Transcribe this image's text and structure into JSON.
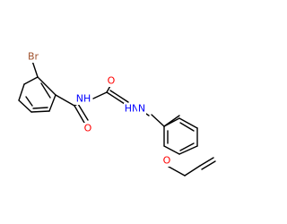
{
  "molecule": {
    "colors": {
      "bond": "#000000",
      "Br": "#a0522d",
      "N": "#0000ff",
      "O": "#ff0000"
    },
    "atoms": {
      "br": "Br",
      "o_amide": "O",
      "nh_amide": "NH",
      "o_hydrazide": "O",
      "hn_hydrazide": "HN",
      "n_imine": "N",
      "o_ether": "O"
    }
  }
}
